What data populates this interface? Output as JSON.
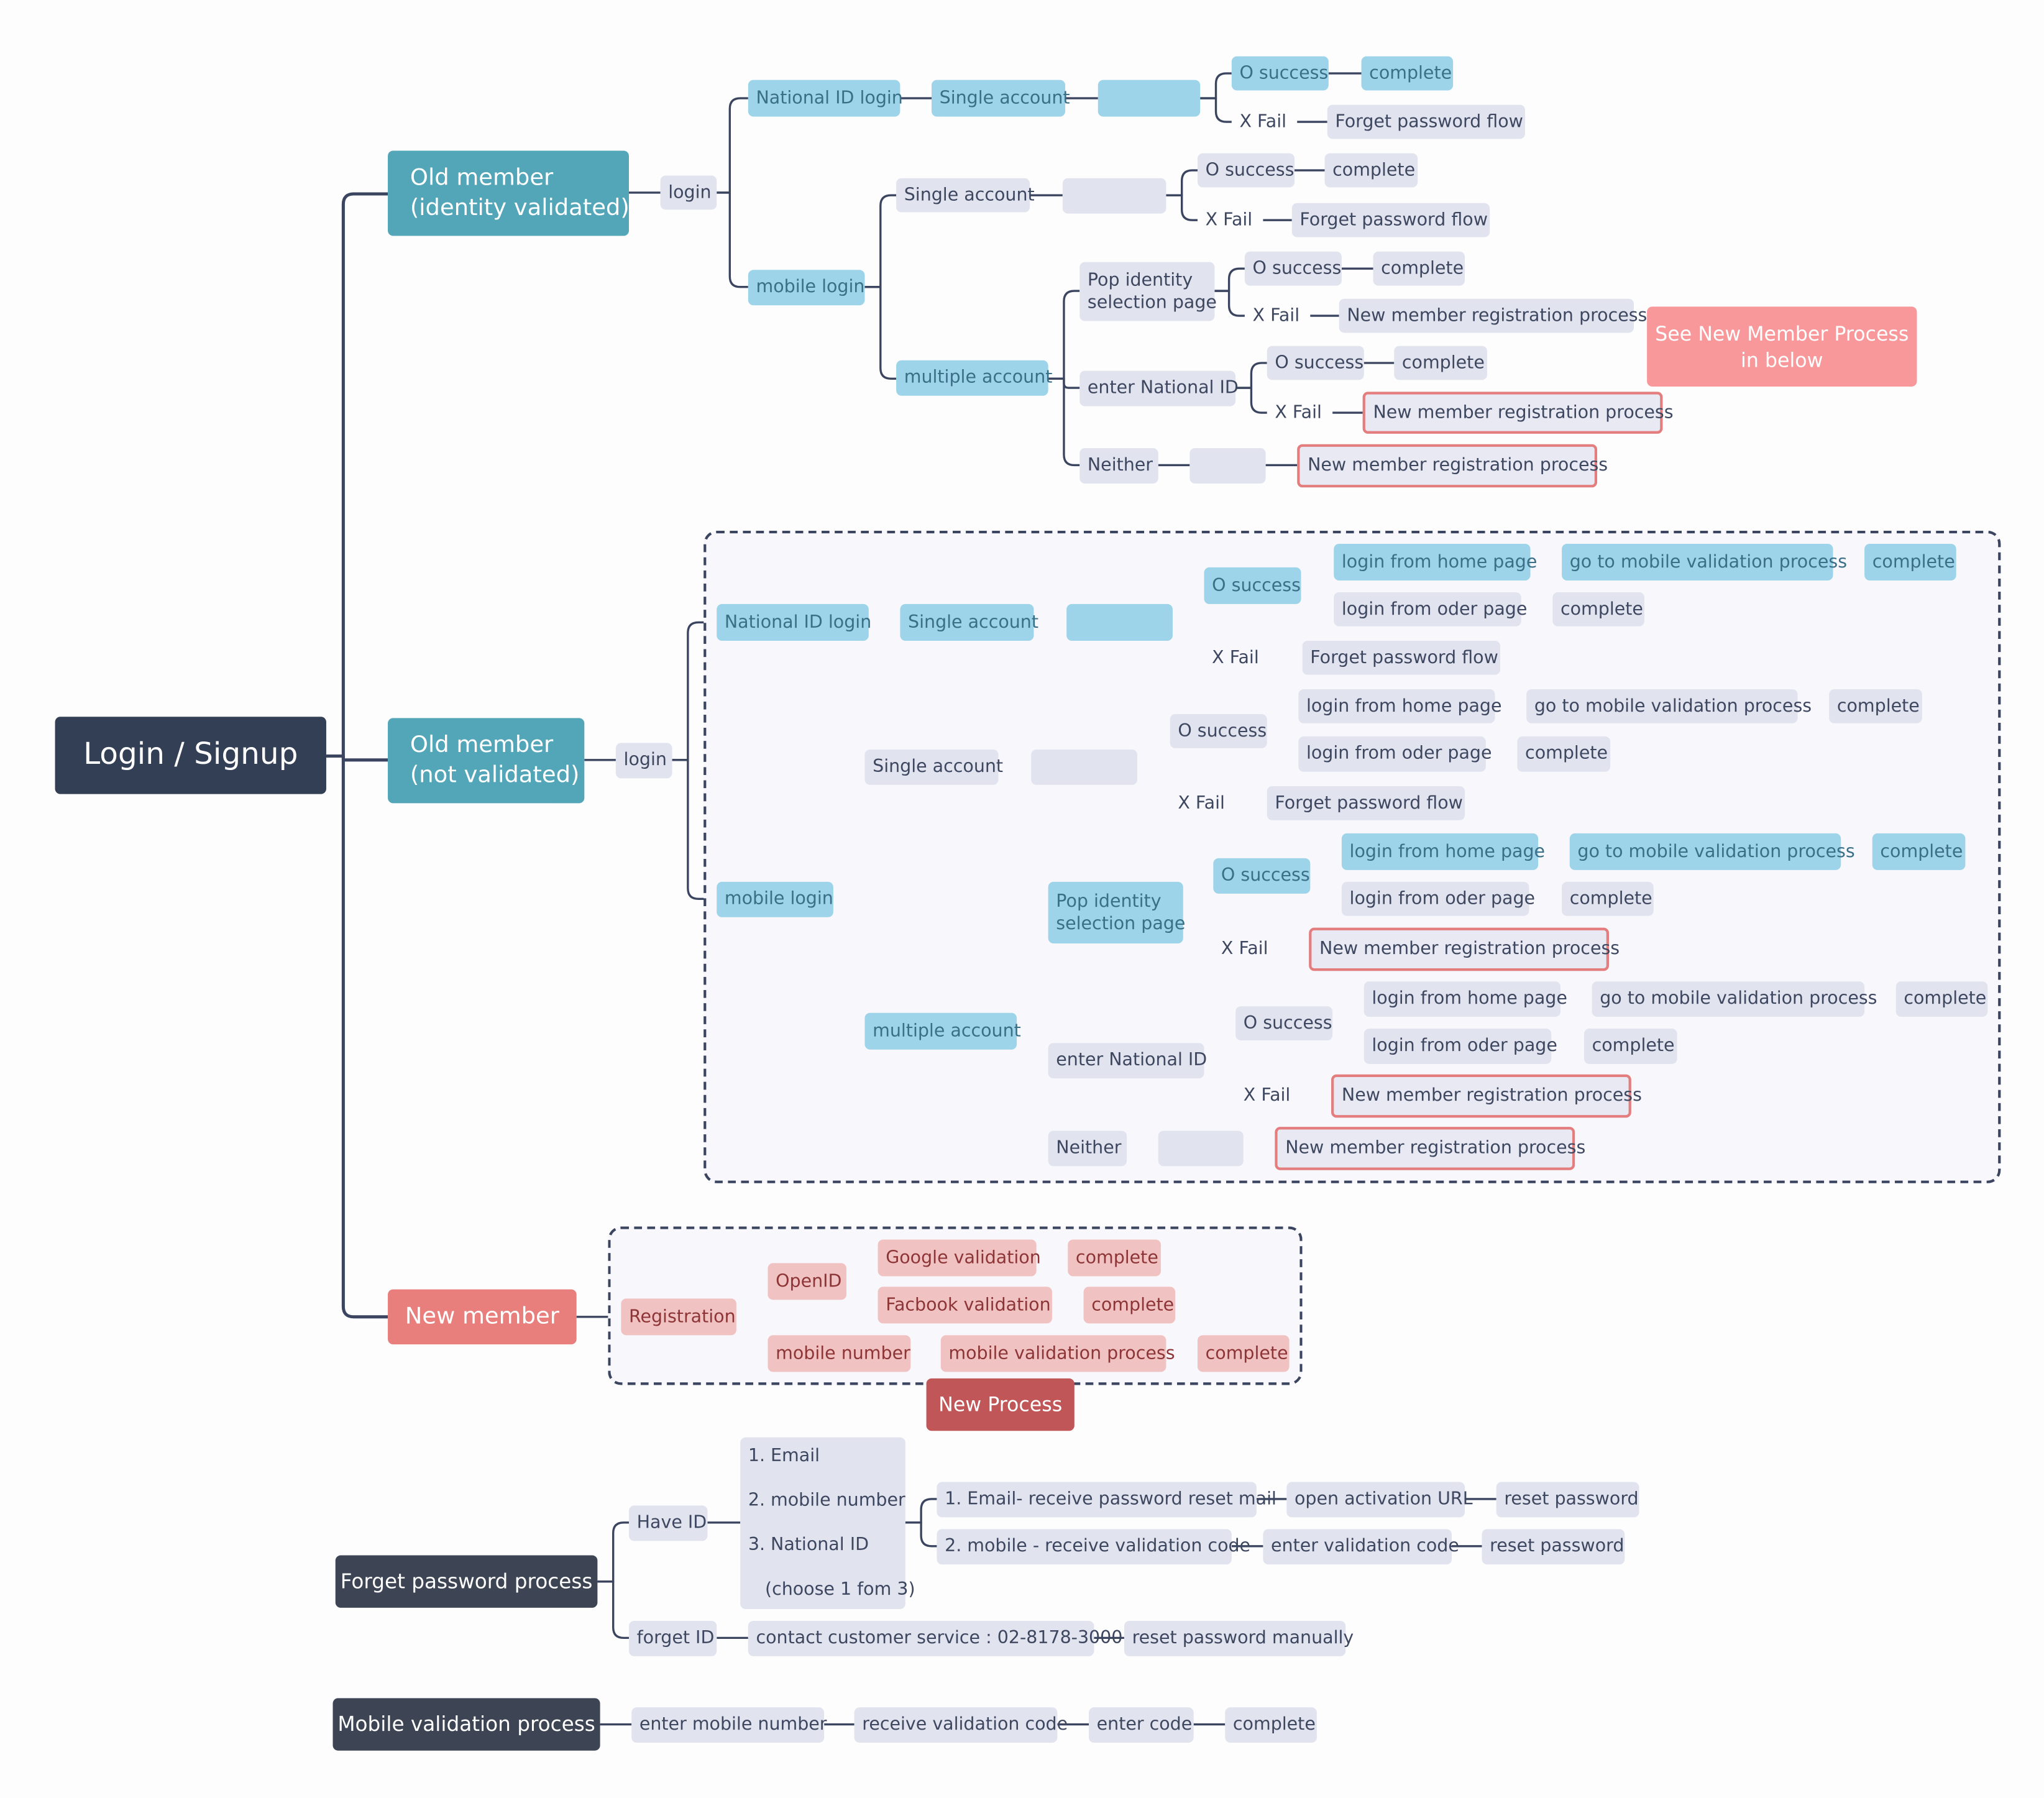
{
  "root": "Login / Signup",
  "old_validated": {
    "title": "Old member\n(identity validated)",
    "login": "login",
    "national_id_login": "National ID login",
    "nid_single": "Single account",
    "nid_success": "O success",
    "nid_success_complete": "complete",
    "nid_fail": "X  Fail",
    "nid_fail_flow": "Forget password flow",
    "mobile_login": "mobile login",
    "mob_single": "Single account",
    "mob_single_success": "O success",
    "mob_single_success_complete": "complete",
    "mob_single_fail": "X  Fail",
    "mob_single_fail_flow": "Forget password flow",
    "multiple": "multiple account",
    "pop": "Pop identity\nselection page",
    "pop_success": "O success",
    "pop_success_complete": "complete",
    "pop_fail": "X  Fail",
    "pop_fail_flow": "New member registration process",
    "enter_nid": "enter National ID",
    "enter_success": "O success",
    "enter_success_complete": "complete",
    "enter_fail": "X  Fail",
    "enter_fail_flow": "New member registration process",
    "neither": "Neither",
    "neither_flow": "New member registration process"
  },
  "note": "See New Member Process\nin below",
  "old_not_validated": {
    "title": "Old member\n(not validated)",
    "login": "login",
    "national_id_login": "National ID login",
    "nid_single": "Single account",
    "nid_success": "O success",
    "nid_home": "login from home page",
    "nid_home_mobile": "go to mobile validation process",
    "nid_home_complete": "complete",
    "nid_oder": "login from oder page",
    "nid_oder_complete": "complete",
    "nid_fail": "X  Fail",
    "nid_fail_flow": "Forget password flow",
    "mobile_login": "mobile login",
    "mob_single": "Single account",
    "ms_success": "O success",
    "ms_home": "login from home page",
    "ms_home_mobile": "go to mobile validation process",
    "ms_home_complete": "complete",
    "ms_oder": "login from oder page",
    "ms_oder_complete": "complete",
    "ms_fail": "X  Fail",
    "ms_fail_flow": "Forget password flow",
    "multiple": "multiple account",
    "pop": "Pop identity\nselection page",
    "pop_success": "O success",
    "pop_home": "login from home page",
    "pop_home_mobile": "go to mobile validation process",
    "pop_home_complete": "complete",
    "pop_oder": "login from oder page",
    "pop_oder_complete": "complete",
    "pop_fail": "X  Fail",
    "pop_fail_flow": "New member registration process",
    "enter_nid": "enter National ID",
    "enter_success": "O success",
    "enter_home": "login from home page",
    "enter_home_mobile": "go to mobile validation process",
    "enter_home_complete": "complete",
    "enter_oder": "login from oder page",
    "enter_oder_complete": "complete",
    "enter_fail": "X  Fail",
    "enter_fail_flow": "New member registration process",
    "neither": "Neither",
    "neither_flow": "New member registration process"
  },
  "new_member": {
    "title": "New member",
    "registration": "Registration",
    "openid": "OpenID",
    "google": "Google validation",
    "google_complete": "complete",
    "facebook": "Facbook validation",
    "facebook_complete": "complete",
    "mobile_number": "mobile number",
    "mobile_validation": "mobile validation process",
    "mobile_complete": "complete",
    "new_process": "New Process"
  },
  "forget_password": {
    "title": "Forget password process",
    "have_id": "Have ID",
    "options": "1. Email\n\n2. mobile number\n\n3. National ID\n\n   (choose 1 fom 3)",
    "email_path": "1. Email- receive password reset mail",
    "open_url": "open activation URL",
    "email_reset": "reset password",
    "mobile_path": "2. mobile - receive validation code",
    "enter_code": "enter validation code",
    "mobile_reset": "reset password",
    "forget_id": "forget ID",
    "contact": "contact customer service : 02-8178-3000",
    "manual_reset": "reset password manually"
  },
  "mobile_validation": {
    "title": "Mobile validation process",
    "enter_number": "enter mobile number",
    "receive_code": "receive validation code",
    "enter_code": "enter code",
    "complete": "complete"
  },
  "colors": {
    "root": "#333f55",
    "old_member": "#52a6b8",
    "new_member": "#e87f7d",
    "process": "#3d4453",
    "login_path": "#9dd4e9",
    "neutral": "#e1e3ee",
    "registration": "#f1c2c2",
    "new_process": "#c05658",
    "note": "#f8989a",
    "connector": "#3b4560"
  }
}
